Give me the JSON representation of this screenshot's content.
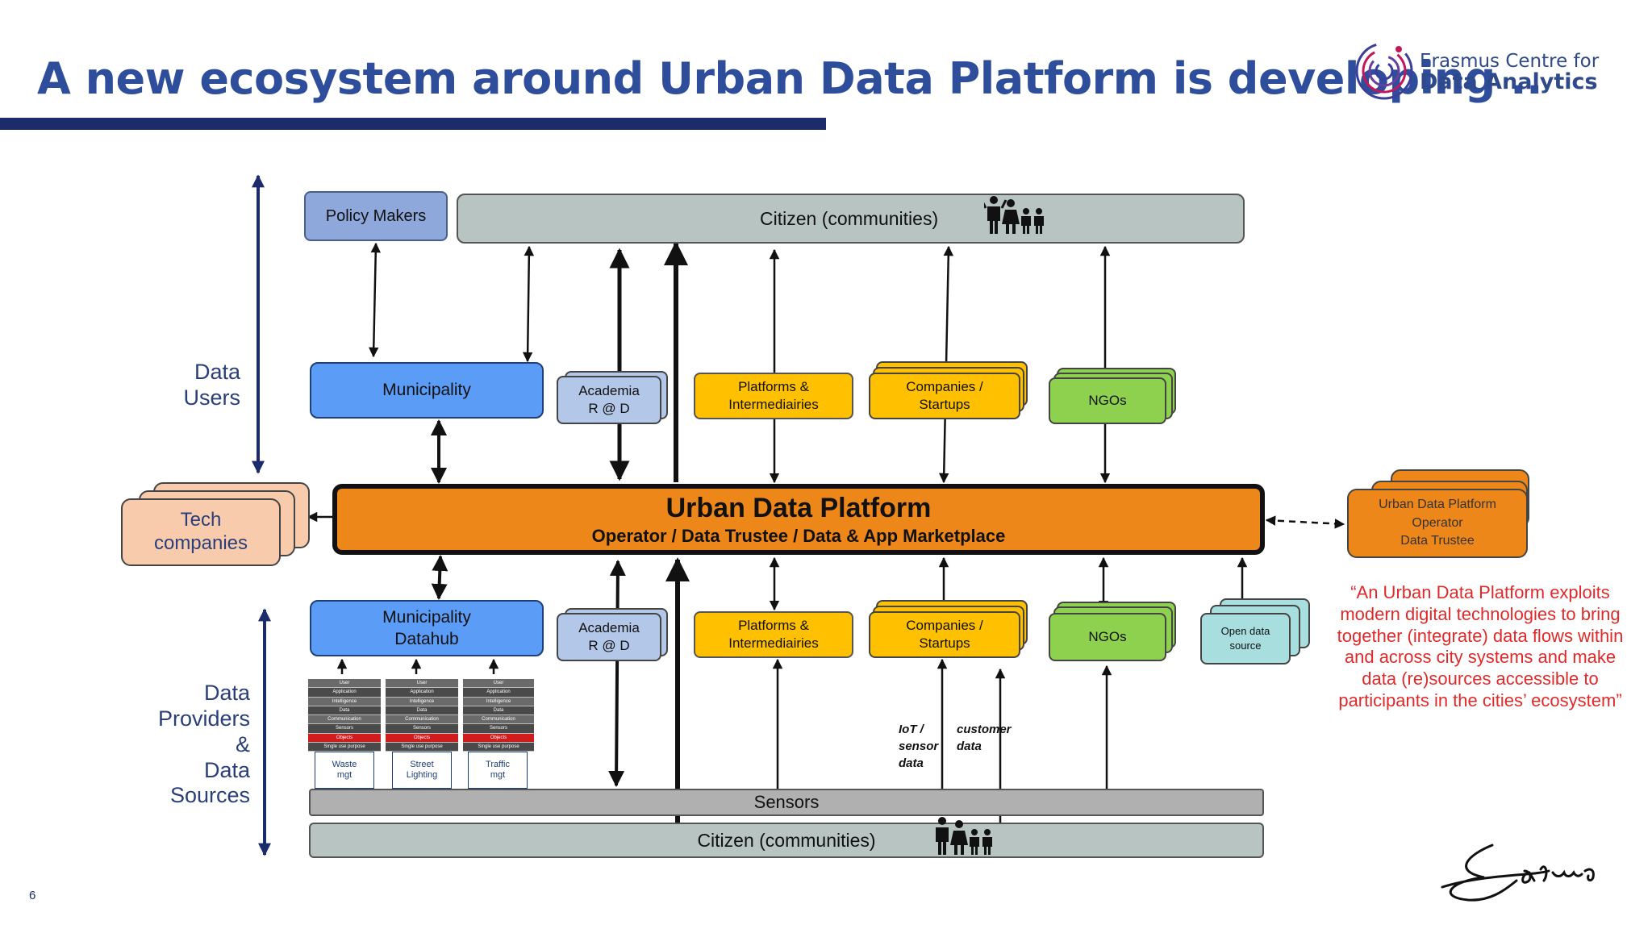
{
  "slide": {
    "title": "A new ecosystem around Urban Data Platform is developing ..",
    "page_number": "6",
    "logo": {
      "line1": "Erasmus Centre for",
      "line2": "Data Analytics"
    },
    "signature": "Erasmus",
    "quote": "“An Urban Data Platform exploits modern digital technologies to bring together (integrate) data flows within and across city systems and make data (re)sources accessible to participants in the cities’ ecosystem”"
  },
  "labels": {
    "data_users": "Data\nUsers",
    "data_providers": "Data\nProviders\n&\nData\nSources"
  },
  "top": {
    "policy_makers": "Policy Makers",
    "citizen": "Citizen (communities)",
    "municipality": "Municipality",
    "academia": "Academia\nR @ D",
    "platforms": "Platforms &\nIntermediairies",
    "companies": "Companies /\nStartups",
    "ngos": "NGOs"
  },
  "platform": {
    "title": "Urban Data Platform",
    "subtitle": "Operator / Data Trustee / Data & App Marketplace",
    "tech_companies": "Tech\ncompanies",
    "operator_box": "Urban Data Platform\nOperator\nData Trustee"
  },
  "bottom": {
    "municipality_datahub": "Municipality\nDatahub",
    "academia": "Academia\nR @ D",
    "platforms": "Platforms &\nIntermediairies",
    "companies": "Companies /\nStartups",
    "ngos": "NGOs",
    "open_data": "Open data\nsource",
    "sensors": "Sensors",
    "citizen": "Citizen (communities)",
    "iot_tag": "IoT /\nsensor\ndata",
    "customer_tag": "customer\ndata",
    "stacks": [
      {
        "label": "Waste\nmgt"
      },
      {
        "label": "Street\nLighting"
      },
      {
        "label": "Traffic\nmgt"
      }
    ],
    "stack_layers": [
      "User",
      "Application",
      "Intelligence",
      "Data",
      "Communication",
      "Sensors",
      "Objects",
      "Single use purpose"
    ]
  },
  "colors": {
    "title_blue": "#2e4d9a",
    "orange": "#ee8719",
    "blue_box": "#5b9cf6",
    "yellow": "#ffc000",
    "green": "#8ed14f",
    "grey_box": "#b8c4c2",
    "policy": "#8fa8dc",
    "academia": "#b3c7e8",
    "peach": "#f8cbad",
    "teal": "#a8dede",
    "quote_red": "#e02a2a"
  }
}
